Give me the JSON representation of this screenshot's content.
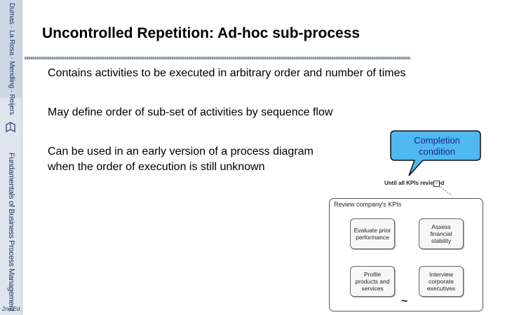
{
  "sidebar": {
    "top_text": "Dumas · La Rosa · Mendling · Reijers",
    "book_title": "Fundamentals of Business Process Management",
    "edition": "2nd Ed.",
    "icon": "book-icon"
  },
  "slide": {
    "title": "Uncontrolled Repetition: Ad-hoc sub-process",
    "bullets": [
      "Contains activities to be executed in arbitrary order and number of times",
      "May define order of sub-set of activities by sequence flow",
      "Can be used in an early version of a process diagram",
      "when the order of execution is still unknown"
    ]
  },
  "callout": {
    "line1": "Completion",
    "line2": "condition"
  },
  "diagram": {
    "condition_label": "Until all KPIs reviewed",
    "condition_marker": "~",
    "subprocess_label": "Review company's KPIs",
    "tasks": [
      {
        "line1": "Evaluate prior",
        "line2": "performance",
        "line3": ""
      },
      {
        "line1": "Assess",
        "line2": "financial",
        "line3": "stability"
      },
      {
        "line1": "Profile",
        "line2": "products and",
        "line3": "services"
      },
      {
        "line1": "Interview",
        "line2": "corporate",
        "line3": "executives"
      }
    ],
    "adhoc_marker": "~"
  }
}
